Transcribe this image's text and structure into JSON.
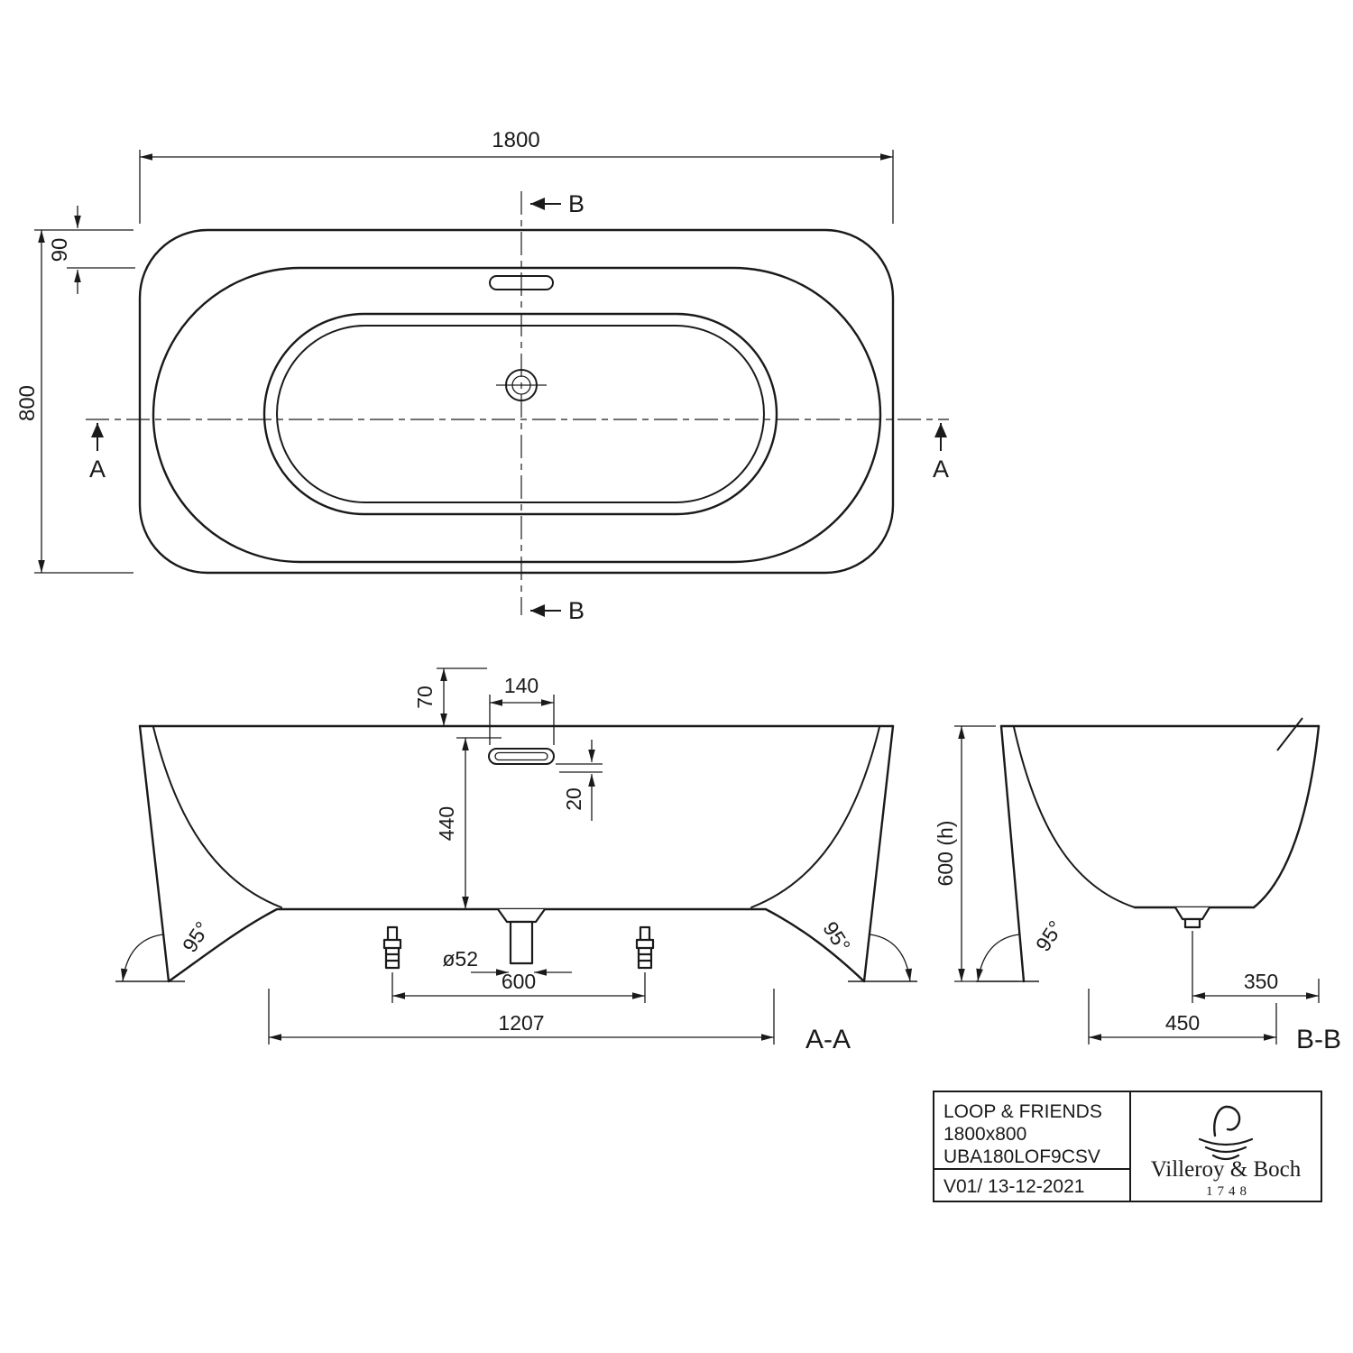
{
  "top_view": {
    "dim_width": "1800",
    "dim_depth": "800",
    "dim_rim_back": "90",
    "section_b_top": "B",
    "section_b_bottom": "B",
    "section_a_left": "A",
    "section_a_right": "A"
  },
  "front_view": {
    "dim_overflow_offset": "70",
    "dim_overflow_width": "140",
    "dim_depth_inner": "440",
    "dim_overflow_drop": "20",
    "angle_left": "95°",
    "angle_right": "95°",
    "dim_drain_diameter": "ø52",
    "dim_feet_spacing": "600",
    "dim_feet_overall": "1207",
    "section_label": "A-A"
  },
  "side_view": {
    "dim_height": "600 (h)",
    "angle": "95°",
    "dim_drain_to_back": "350",
    "dim_drain_to_front": "450",
    "section_label": "B-B"
  },
  "title_block": {
    "product_line": "LOOP & FRIENDS",
    "size": "1800x800",
    "article": "UBA180LOF9CSV",
    "revision": "V01/ 13-12-2021",
    "brand": "Villeroy & Boch",
    "since": "1748"
  }
}
